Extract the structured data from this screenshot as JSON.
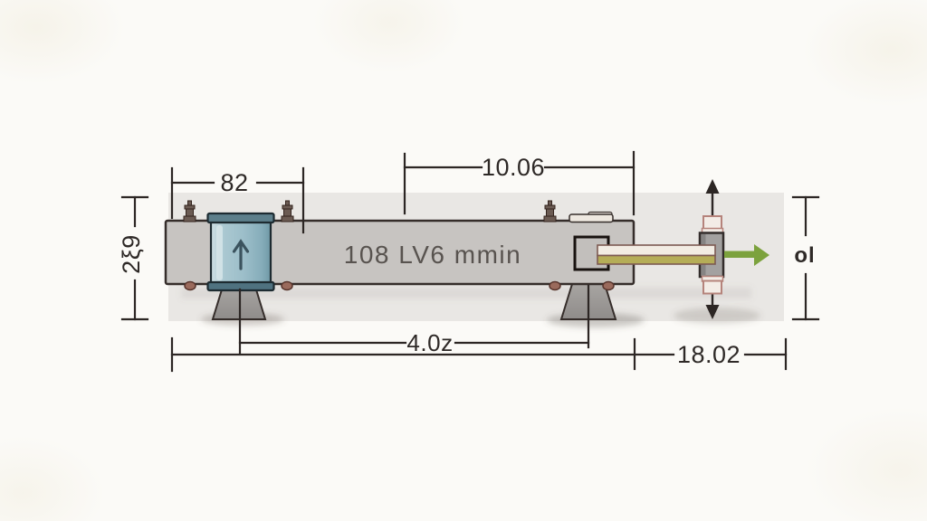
{
  "diagram": {
    "type": "engineering-dimension-drawing",
    "beam": {
      "label": "108 LV6 mmin"
    },
    "dimensions": {
      "top_left": "82",
      "top_right": "10.06",
      "left_height": "2ξ9",
      "right_height": "ol",
      "bottom_span": "4.0z",
      "bottom_total": "18.02"
    },
    "icons": {
      "cylinder_arrow": "arrow-up",
      "load_arrow": "arrow-right",
      "travel_arrow": "arrow-up-down"
    },
    "colors": {
      "page_bg": "#fbfaf7",
      "band_bg": "#e9e7e4",
      "beam_fill": "#c7c4c1",
      "outline": "#352d2a",
      "cylinder_blue": "#9cbec9",
      "cylinder_cap": "#5d7f8b",
      "support_gray": "#9c9997",
      "shaft_cream": "#f2ece3",
      "shaft_olive": "#b5ad57",
      "wheel_cap": "#f3ece6",
      "wheel_pink_outline": "#b5837b",
      "green_arrow": "#7ca23d",
      "dim_line": "#2c2624",
      "dim_text": "#2e2927",
      "text_dark": "#58534f"
    }
  }
}
